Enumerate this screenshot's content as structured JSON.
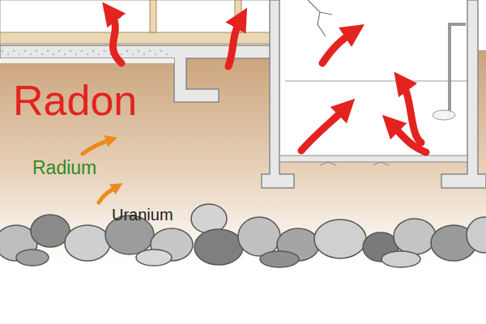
{
  "diagram": {
    "labels": [
      "Radon",
      "Radium",
      "Uranium"
    ]
  }
}
